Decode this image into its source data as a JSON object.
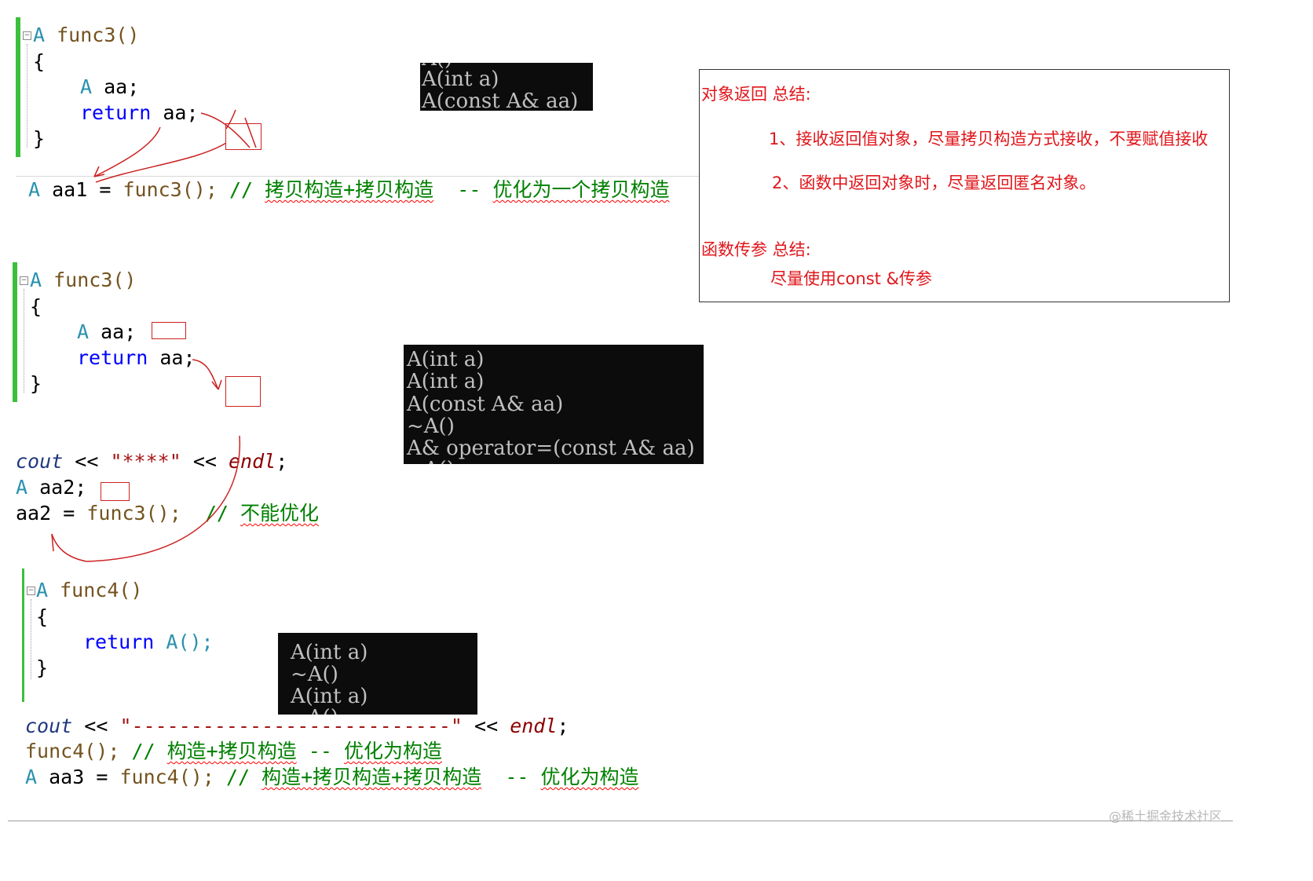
{
  "block1": {
    "sig_type": "A",
    "sig_fn": "func3()",
    "open_brace": "{",
    "decl_type": "A",
    "decl_var": "aa;",
    "ret_kw": "return",
    "ret_expr": "aa;",
    "close_brace": "}",
    "call_type": "A",
    "call_var": "aa1",
    "call_eq": "=",
    "call_fn": "func3();",
    "comment_prefix": "//",
    "comment_main": "拷贝构造+拷贝构造",
    "comment_sep": "--",
    "comment_result": "优化为一个拷贝构造"
  },
  "console1": {
    "lines": [
      "A()",
      "A(int a)",
      "A(const A& aa)"
    ]
  },
  "note": {
    "heading_return": "对象返回 总结:",
    "rule1": "1、接收返回值对象，尽量拷贝构造方式接收，不要赋值接收",
    "rule2": "2、函数中返回对象时，尽量返回匿名对象。",
    "heading_param": "函数传参 总结:",
    "rule3": "尽量使用const &传参"
  },
  "block2": {
    "sig_type": "A",
    "sig_fn": "func3()",
    "open_brace": "{",
    "decl_type": "A",
    "decl_var": "aa;",
    "ret_kw": "return",
    "ret_expr": "aa;",
    "close_brace": "}",
    "cout_kw": "cout",
    "cout_op1": "<<",
    "cout_str": "\"****\"",
    "cout_op2": "<<",
    "cout_endl": "endl",
    "cout_semi": ";",
    "decl2_type": "A",
    "decl2_var": "aa2;",
    "assign_var": "aa2",
    "assign_eq": "=",
    "assign_fn": "func3();",
    "comment_prefix": "//",
    "comment_main": "不能优化"
  },
  "console2": {
    "lines": [
      "A(int a)",
      "A(int a)",
      "A(const A& aa)",
      "~A()",
      "A& operator=(const A& aa)",
      "~A()"
    ]
  },
  "block3": {
    "sig_type": "A",
    "sig_fn": "func4()",
    "open_brace": "{",
    "ret_kw": "return",
    "ret_expr": "A();",
    "close_brace": "}",
    "cout_kw": "cout",
    "cout_op1": "<<",
    "cout_str": "\"---------------------------\"",
    "cout_op2": "<<",
    "cout_endl": "endl",
    "cout_semi": ";",
    "call1_fn": "func4();",
    "call1_prefix": "//",
    "call1_main": "构造+拷贝构造",
    "call1_sep": "--",
    "call1_result": "优化为构造",
    "call2_type": "A",
    "call2_var": "aa3",
    "call2_eq": "=",
    "call2_fn": "func4();",
    "call2_prefix": "//",
    "call2_main": "构造+拷贝构造+拷贝构造",
    "call2_sep": "--",
    "call2_result": "优化为构造"
  },
  "console3": {
    "lines": [
      "A(int a)",
      "~A()",
      "A(int a)",
      "~A()"
    ]
  },
  "watermark": "@稀土掘金技术社区",
  "colors": {
    "keyword": "#0000ff",
    "type": "#2b91af",
    "comment": "#008000",
    "annotation": "#cc2222",
    "note_text": "#e0161b",
    "console_bg": "#0c0c0c"
  }
}
